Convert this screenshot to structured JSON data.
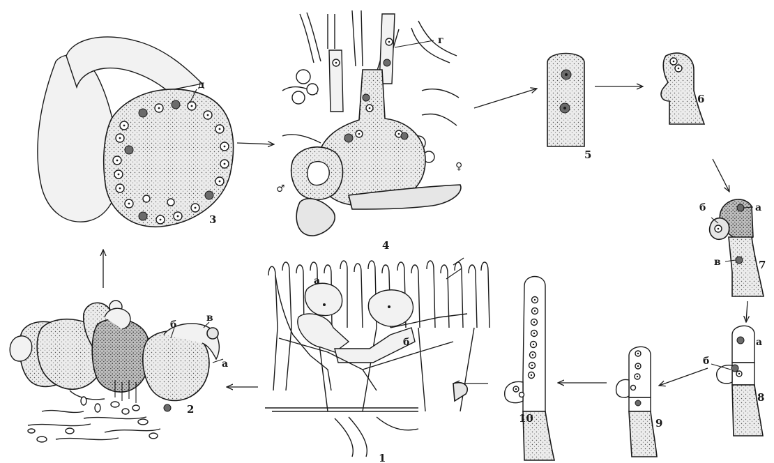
{
  "stage_labels": {
    "s1": "1",
    "s2": "2",
    "s3": "3",
    "s4": "4",
    "s5": "5",
    "s6": "6",
    "s7": "7",
    "s8": "8",
    "s9": "9",
    "s10": "10"
  },
  "part_labels": {
    "a_2": "а",
    "b_2": "б",
    "v_2": "в",
    "d_3": "д",
    "g_4": "г",
    "male_4": "♂",
    "female_4": "♀",
    "a_1": "а",
    "b_1": "б",
    "a_7": "а",
    "b_7": "б",
    "v_7": "в",
    "a_8": "а",
    "b_8": "б"
  }
}
